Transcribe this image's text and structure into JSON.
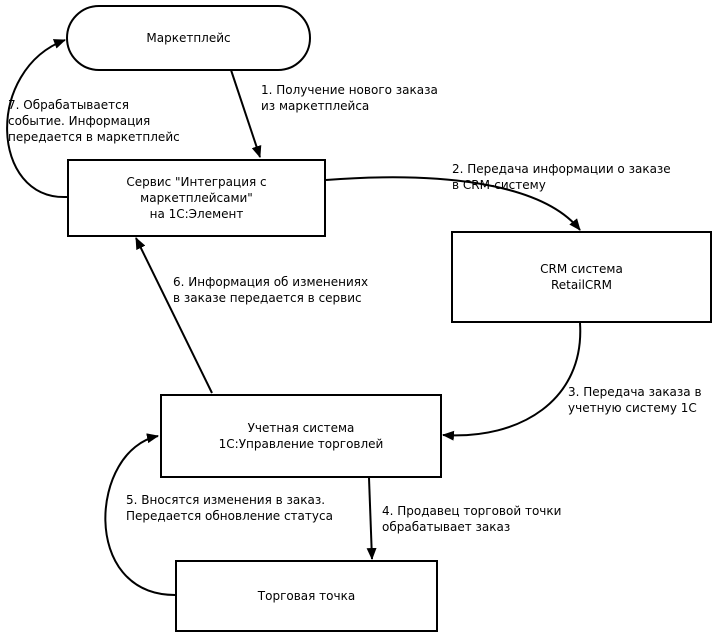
{
  "nodes": {
    "marketplace": "Маркетплейс",
    "integration_service": "Сервис \"Интеграция с маркетплейсами\"\nна 1С:Элемент",
    "crm": "CRM система\nRetailCRM",
    "accounting": "Учетная система\n1С:Управление торговлей",
    "store": "Торговая точка"
  },
  "steps": {
    "s1": "1. Получение нового заказа\nиз маркетплейса",
    "s2": "2. Передача информации о заказе\nв CRM-систему",
    "s3": "3. Передача заказа в\nучетную систему 1С",
    "s4": "4. Продавец торговой точки\nобрабатывает заказ",
    "s5": "5. Вносятся изменения в заказ.\nПередается обновление статуса",
    "s6": "6. Информация об изменениях\nв заказе передается в сервис",
    "s7": "7. Обрабатывается\nсобытие. Информация\nпередается в маркетплейс"
  }
}
